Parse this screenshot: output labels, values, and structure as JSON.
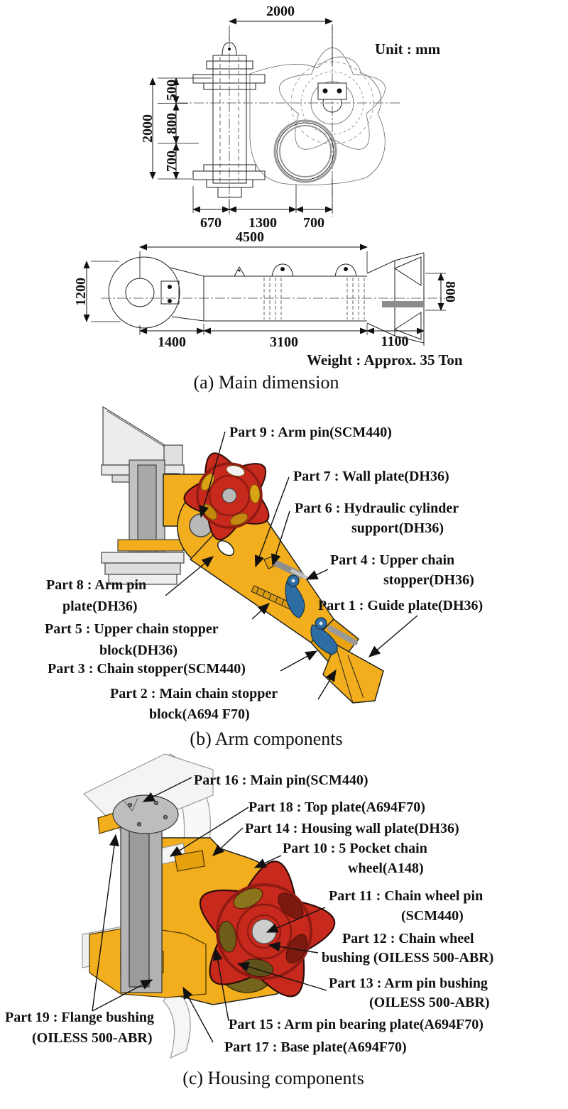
{
  "colors": {
    "arm_yellow": "#F2AE1C",
    "arm_yellow_dark": "#D99B10",
    "wheel_red": "#C8291D",
    "stopper_blue": "#2D6DA3",
    "steel_gray": "#B3B3B3"
  },
  "panel_a": {
    "caption": "(a) Main dimension",
    "unit_note": "Unit : mm",
    "weight_note": "Weight : Approx. 35 Ton",
    "top_view": {
      "width_top": "2000",
      "height_total": "2000",
      "seg_top": "500",
      "seg_mid": "800",
      "seg_bottom": "700",
      "len_670": "670",
      "len_1300": "1300",
      "len_700": "700"
    },
    "side_view": {
      "length_total": "4500",
      "height_left": "1200",
      "height_right": "800",
      "len_1400": "1400",
      "len_3100": "3100",
      "len_1100": "1100"
    }
  },
  "panel_b": {
    "caption": "(b) Arm components",
    "labels": {
      "part9": {
        "l1": "Part 9 : Arm pin(SCM440)"
      },
      "part7": {
        "l1": "Part 7 : Wall plate(DH36)"
      },
      "part6": {
        "l1": "Part 6 : Hydraulic cylinder",
        "l2": "support(DH36)"
      },
      "part4": {
        "l1": "Part 4 : Upper chain",
        "l2": "stopper(DH36)"
      },
      "part1": {
        "l1": "Part 1 : Guide plate(DH36)"
      },
      "part8": {
        "l1": "Part 8 : Arm pin",
        "l2": "plate(DH36)"
      },
      "part5": {
        "l1": "Part 5 : Upper chain stopper",
        "l2": "block(DH36)"
      },
      "part3": {
        "l1": "Part 3 : Chain stopper(SCM440)"
      },
      "part2": {
        "l1": "Part 2 : Main chain stopper",
        "l2": "block(A694 F70)"
      }
    }
  },
  "panel_c": {
    "caption": "(c) Housing components",
    "labels": {
      "part16": {
        "l1": "Part 16 : Main pin(SCM440)"
      },
      "part18": {
        "l1": "Part 18 : Top plate(A694F70)"
      },
      "part14": {
        "l1": "Part 14 : Housing wall plate(DH36)"
      },
      "part10": {
        "l1": "Part 10 : 5 Pocket chain",
        "l2": "wheel(A148)"
      },
      "part11": {
        "l1": "Part 11 : Chain wheel pin",
        "l2": "(SCM440)"
      },
      "part12": {
        "l1": "Part 12 : Chain wheel",
        "l2": "bushing (OILESS 500-ABR)"
      },
      "part13": {
        "l1": "Part 13 : Arm pin bushing",
        "l2": "(OILESS 500-ABR)"
      },
      "part19": {
        "l1": "Part 19 : Flange bushing",
        "l2": "(OILESS 500-ABR)"
      },
      "part15": {
        "l1": "Part 15 : Arm pin bearing plate(A694F70)"
      },
      "part17": {
        "l1": "Part 17 : Base plate(A694F70)"
      }
    }
  }
}
